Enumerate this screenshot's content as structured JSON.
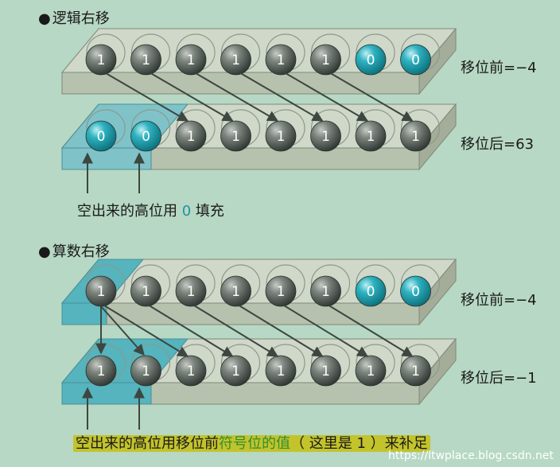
{
  "logical": {
    "heading": "逻辑右移",
    "before": {
      "bits": [
        "1",
        "1",
        "1",
        "1",
        "1",
        "1",
        "0",
        "0"
      ],
      "label": "移位前=−4"
    },
    "after": {
      "bits": [
        "0",
        "0",
        "1",
        "1",
        "1",
        "1",
        "1",
        "1"
      ],
      "label": "移位后=63"
    },
    "note_prefix": "空出来的高位用 ",
    "note_zero": "0",
    "note_suffix": " 填充"
  },
  "arithmetic": {
    "heading": "算数右移",
    "before": {
      "bits": [
        "1",
        "1",
        "1",
        "1",
        "1",
        "1",
        "0",
        "0"
      ],
      "label": "移位前=−4"
    },
    "after": {
      "bits": [
        "1",
        "1",
        "1",
        "1",
        "1",
        "1",
        "1",
        "1"
      ],
      "label": "移位后=−1"
    },
    "note_prefix": "空出来的高位用移位前",
    "note_sign": "符号位的值",
    "note_suffix": "（ 这里是 1 ）来补足"
  },
  "watermark": "https://ltwplace.blog.csdn.net",
  "colors": {
    "background": "#b7d8c4",
    "tray_top": "#cfd8c9",
    "tray_front": "#b6c2ad",
    "tray_side": "#a3ad99",
    "teal_fill": "#7fc3c9",
    "teal_sign": "#55b4bd",
    "ball_dark": "#4d554f",
    "ball_teal": "#0f9aa8",
    "arrow": "#3d4640",
    "highlight": "#c3c32c"
  }
}
